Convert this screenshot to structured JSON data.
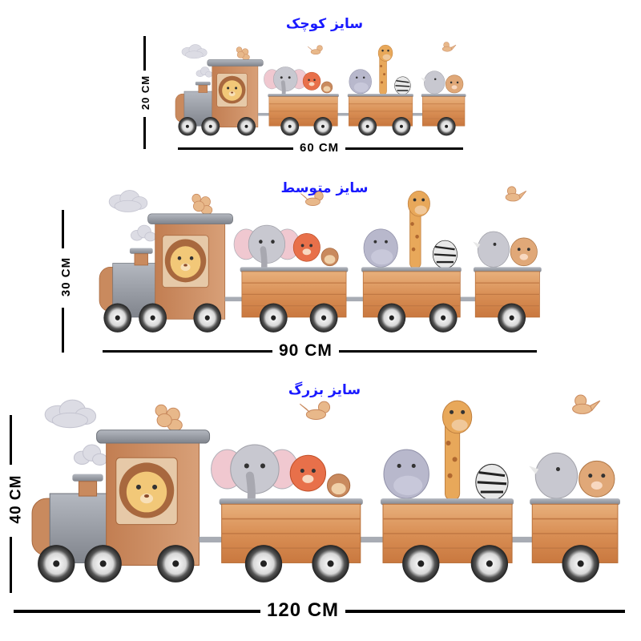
{
  "sizes": [
    {
      "id": "small",
      "title": "سایز کوچک",
      "width_label": "60 CM",
      "height_label": "20 CM"
    },
    {
      "id": "medium",
      "title": "سایز متوسط",
      "width_label": "90 CM",
      "height_label": "30 CM"
    },
    {
      "id": "large",
      "title": "سایز بزرگ",
      "width_label": "120 CM",
      "height_label": "40 CM"
    }
  ],
  "illustration": {
    "subject": "watercolor animal train wall sticker",
    "locomotive_driver": "lion",
    "wagons": [
      {
        "animals": [
          "elephant",
          "tiger",
          "monkey"
        ]
      },
      {
        "animals": [
          "hippo",
          "giraffe",
          "zebra"
        ]
      },
      {
        "animals": [
          "rhino",
          "leopard"
        ]
      }
    ],
    "extras": [
      "cloud",
      "cloud",
      "bird",
      "bird",
      "bird"
    ]
  },
  "colors": {
    "title": "#1a1aff",
    "dimension": "#000000",
    "wood": "#d9905a",
    "wood_light": "#eab98a",
    "cab": "#c98a5e",
    "metal": "#9a9ea6",
    "wheel": "#3a3a3a",
    "background": "#ffffff"
  }
}
